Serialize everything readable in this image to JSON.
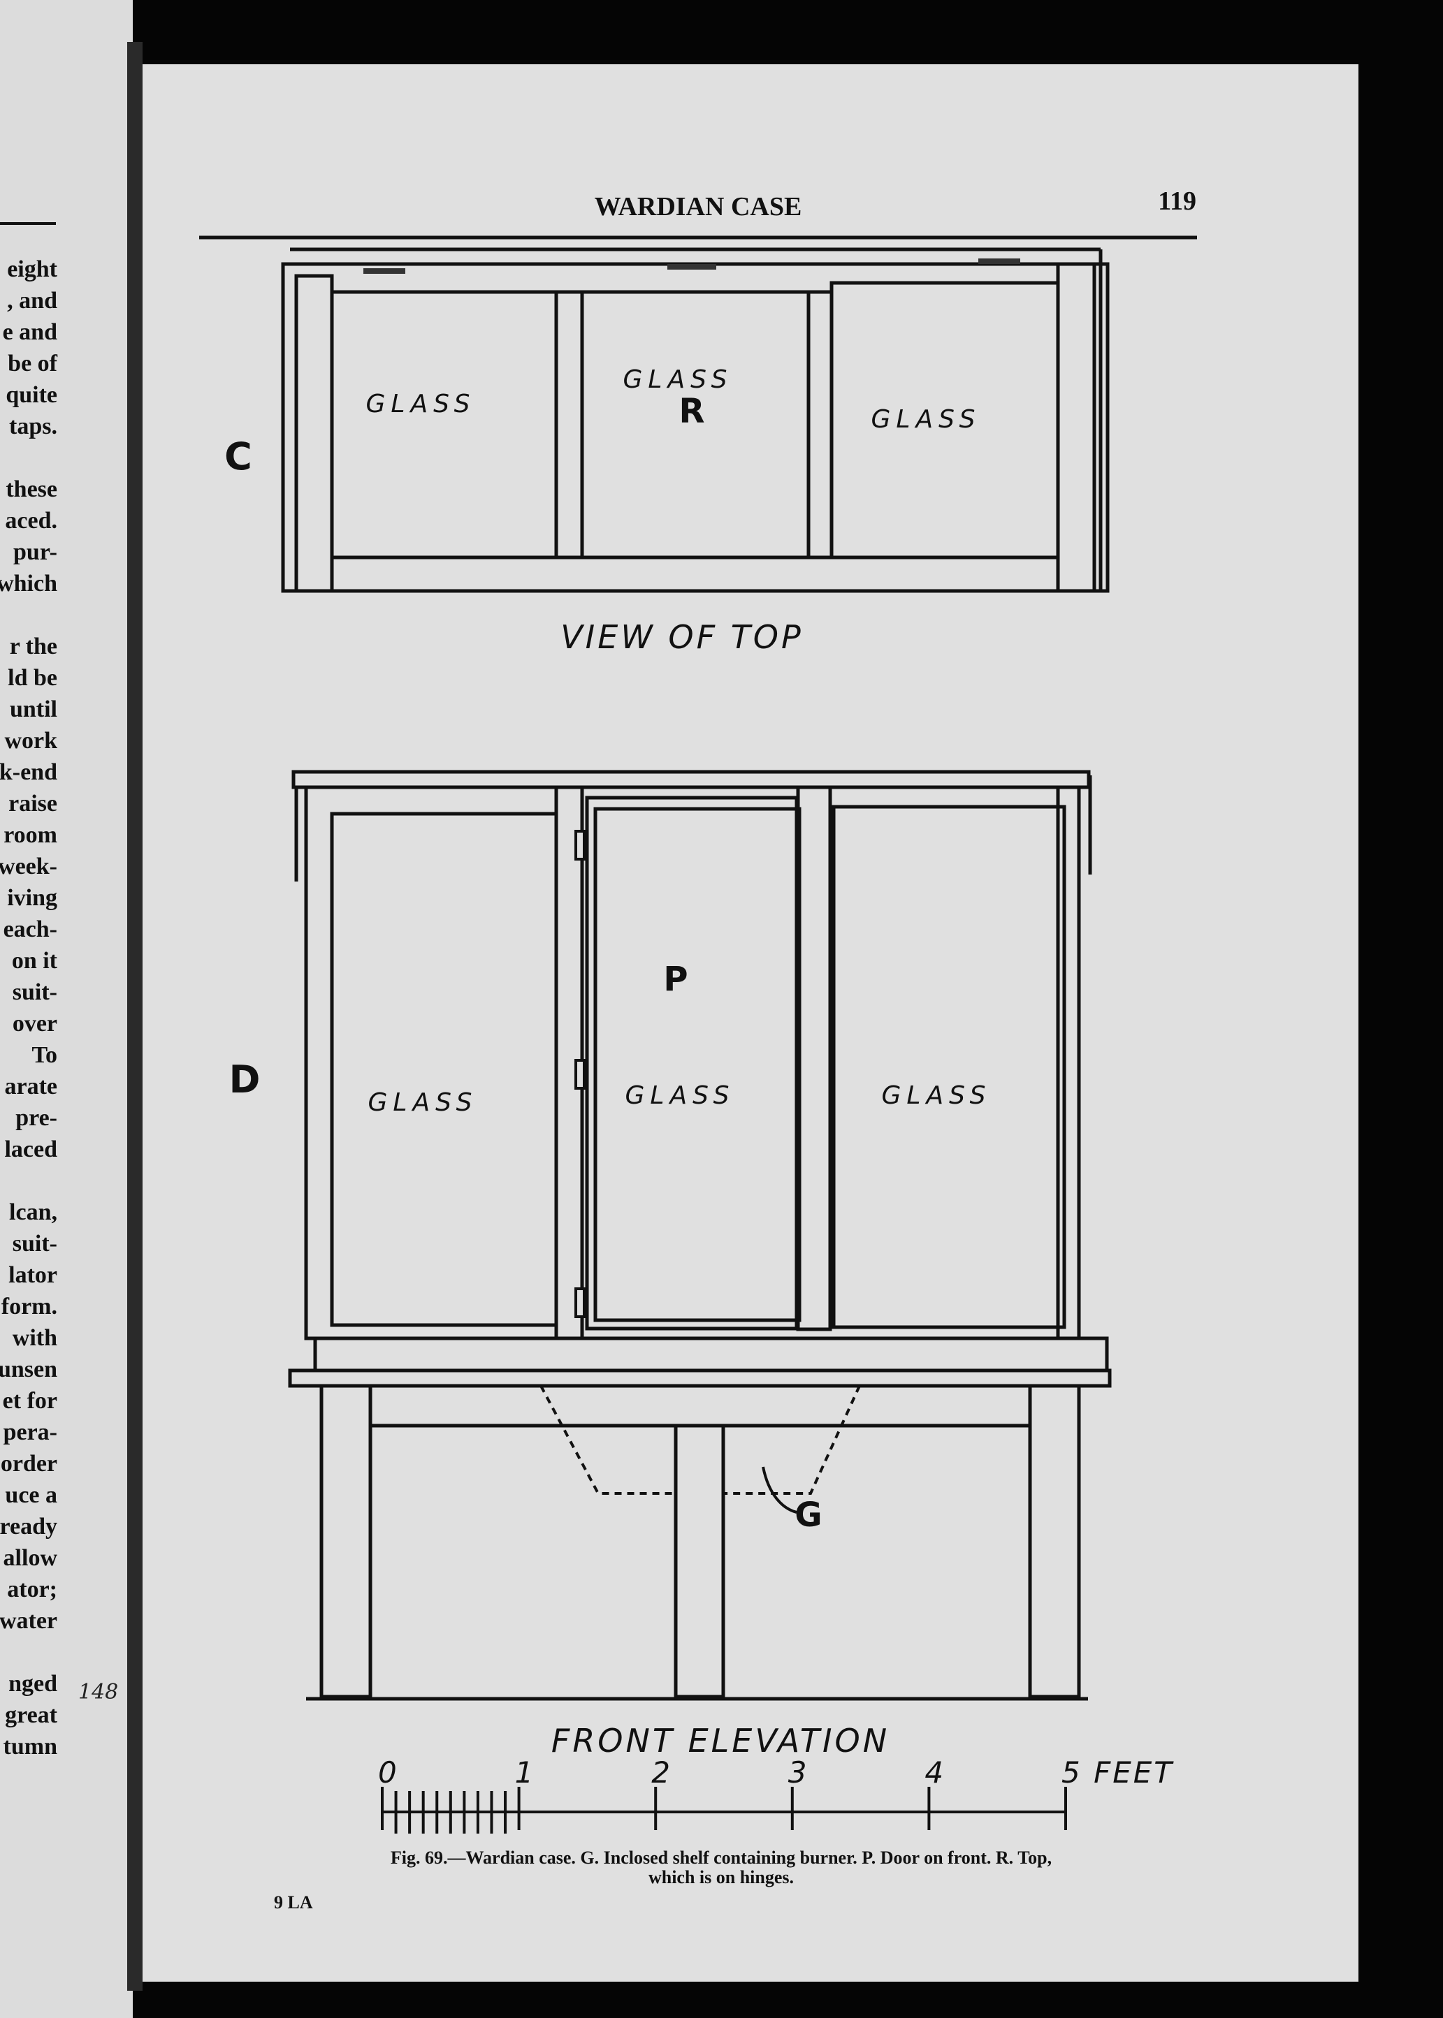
{
  "header": {
    "running_title": "WARDIAN CASE",
    "page_number": "119"
  },
  "left_column": {
    "paragraphs": [
      [
        "eight",
        ", and",
        "e and",
        "be of",
        "quite",
        "taps."
      ],
      [
        "these",
        "aced.",
        "pur-",
        "which"
      ],
      [
        "r the",
        "ld be",
        "until",
        "work",
        "k-end",
        "raise",
        "room",
        "week-",
        "iving",
        "each-",
        "on it",
        "suit-",
        "over",
        "To",
        "arate",
        "pre-",
        "laced"
      ],
      [
        "lcan,",
        "suit-",
        "lator",
        "form.",
        "with",
        "unsen",
        "et for",
        "pera-",
        "order",
        "uce a",
        "ready",
        "allow",
        "ator;",
        "water"
      ],
      [
        "nged",
        "great",
        "tumn"
      ]
    ],
    "margin_note": "148"
  },
  "figure": {
    "top_view": {
      "section_letter": "C",
      "part_letter": "R",
      "glass_labels": [
        "GLASS",
        "GLASS",
        "GLASS"
      ],
      "title": "VIEW OF TOP"
    },
    "front_elevation": {
      "section_letter": "D",
      "door_letter": "P",
      "shelf_letter": "G",
      "glass_labels": [
        "GLASS",
        "GLASS",
        "GLASS"
      ],
      "title": "FRONT ELEVATION"
    },
    "scale_bar": {
      "tick_labels": [
        "0",
        "1",
        "2",
        "3",
        "4",
        "5 FEET"
      ],
      "max_feet": 5,
      "subdivisions_first_foot": 10
    },
    "caption_line1": "Fig. 69.—Wardian case.  G. Inclosed shelf containing burner.  P. Door on front.  R. Top,",
    "caption_line2": "which is on hinges."
  },
  "footer": {
    "signature_mark": "9 LA"
  }
}
